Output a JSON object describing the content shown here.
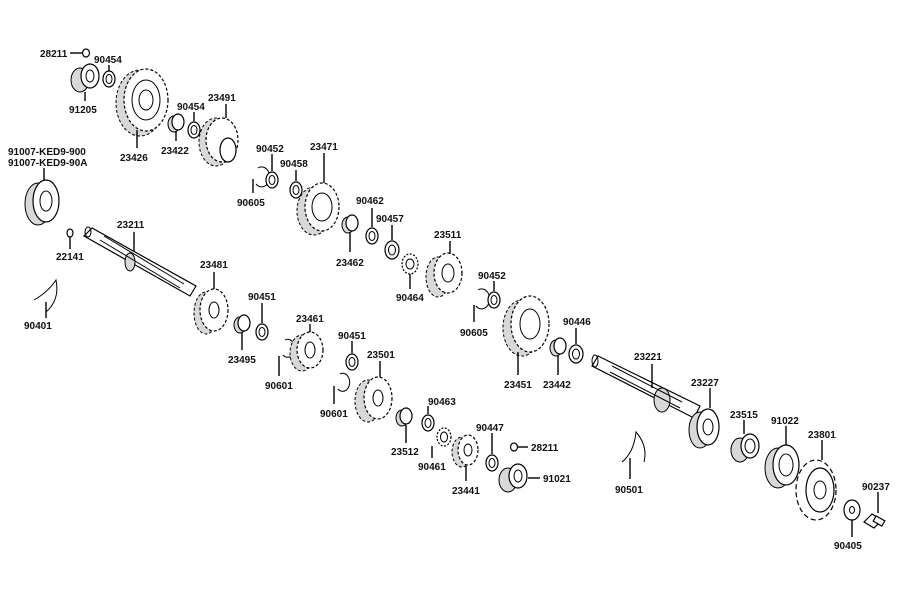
{
  "labels": {
    "p28211a": "28211",
    "p90454a": "90454",
    "p91205": "91205",
    "p23426": "23426",
    "p23422": "23422",
    "p90454b": "90454",
    "p23491": "23491",
    "p90452a": "90452",
    "p90458": "90458",
    "p90605a": "90605",
    "p23471": "23471",
    "p91007a": "91007-KED9-900",
    "p91007b": "91007-KED9-90A",
    "p90462": "90462",
    "p90457": "90457",
    "p23462": "23462",
    "p23211": "23211",
    "p22141": "22141",
    "p23511": "23511",
    "p90464": "90464",
    "p90452b": "90452",
    "p90605b": "90605",
    "p23481": "23481",
    "p90451a": "90451",
    "p90401": "90401",
    "p23495": "23495",
    "p23461": "23461",
    "p90601a": "90601",
    "p90451b": "90451",
    "p23501": "23501",
    "p90601b": "90601",
    "p90446": "90446",
    "p23451": "23451",
    "p23442": "23442",
    "p23221": "23221",
    "p90463": "90463",
    "p90447": "90447",
    "p28211b": "28211",
    "p23512": "23512",
    "p90461": "90461",
    "p23441": "23441",
    "p91021": "91021",
    "p23227": "23227",
    "p23515": "23515",
    "p91022": "91022",
    "p23801": "23801",
    "p90501": "90501",
    "p90237": "90237",
    "p90405": "90405"
  }
}
